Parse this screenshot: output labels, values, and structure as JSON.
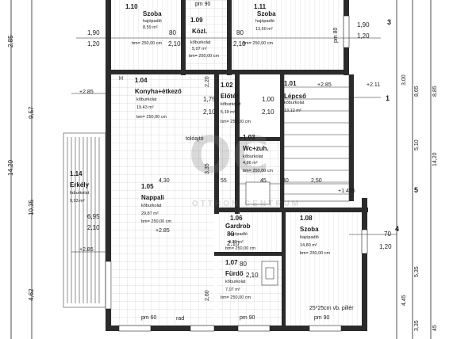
{
  "rooms": {
    "r110": {
      "num": "1.10",
      "name": "Szoba",
      "floor": "hajópadló",
      "area": "8,59 m²",
      "height": "bm= 250,00 cm"
    },
    "r109": {
      "num": "1.09",
      "name": "Közl.",
      "floor": "kőburkolat",
      "area": "5,07 m²",
      "height": "bm= 250,00 cm"
    },
    "r111": {
      "num": "1.11",
      "name": "Szoba",
      "floor": "hajópadló",
      "area": "13,60 m²",
      "height": "bm= 250,00 cm"
    },
    "r104": {
      "num": "1.04",
      "name": "Konyha+étkező",
      "floor": "kőburkolat",
      "area": "19,43 m²",
      "height": "bm= 250,00 cm"
    },
    "r102": {
      "num": "1.02",
      "name": "Előtér",
      "floor": "kőburkolat",
      "area": "5,19 m²",
      "height": "bm= 250,00 cm"
    },
    "r101": {
      "num": "1.01",
      "name": "Lépcső",
      "floor": "kőburkolat",
      "area": "13,12 m²"
    },
    "r103": {
      "num": "1.03",
      "name": "Wc+zuh.",
      "floor": "kőburkolat",
      "area": "4,86 m²",
      "height": "bm= 250,00 cm"
    },
    "r114": {
      "num": "1.14",
      "name": "Erkély",
      "floor": "faburkolat",
      "area": "9,93 m²"
    },
    "r105": {
      "num": "1.05",
      "name": "Nappali",
      "floor": "kőburkolat",
      "area": "29,87 m²",
      "height": "bm= 250,00 cm"
    },
    "r106": {
      "num": "1.06",
      "name": "Gardrob",
      "floor": "hajópadló",
      "area": "4,20 m²",
      "height": "bm= 250,00 cm"
    },
    "r108": {
      "num": "1.08",
      "name": "Szoba",
      "floor": "hajópadló",
      "area": "14,80 m²",
      "height": "bm= 250,00 cm"
    },
    "r107": {
      "num": "1.07",
      "name": "Fürdő",
      "floor": "kőburkolat",
      "area": "7,07 m²",
      "height": "bm= 250,00 cm"
    }
  },
  "dimensions": {
    "d_190_l": "1,90",
    "d_120_l": "1,20",
    "d_80_a": "80",
    "d_210_a": "2,10",
    "d_80_b": "80",
    "d_210_b": "2,10",
    "d_190_r": "1,90",
    "d_120_r": "1,20",
    "d_175": "1,75",
    "d_210_c": "2,10",
    "d_100": "1,00",
    "d_210_d": "2,10",
    "d_285_r": "+2.85",
    "d_285_l": "+2.85",
    "d_220": "2,20",
    "d_211": "+2.11",
    "d_250": "2,50",
    "d_1425": "+1.425",
    "d_430": "4,30",
    "d_335": "3,35",
    "d_55": "55",
    "d_45": "45",
    "d_30": "30",
    "d_695": "6,95",
    "d_210_e": "2,10",
    "d_285_m": "+2.85",
    "d_285_b": "+2.85",
    "d_80_c": "80",
    "d_210_f": "2,10",
    "d_70": "70",
    "d_120_b": "1,20",
    "d_80_d": "80",
    "d_210_g": "2,10",
    "d_260": "2,60",
    "d_pm60": "pm 60",
    "d_rad": "rad",
    "d_pm90_b": "pm 90",
    "d_pm90_t": "pm 90",
    "d_pm90_r": "pm 90",
    "d_pm80": "pm 80",
    "pillar": "25*25cm vb. pillér",
    "d_tolo": "tolóajtó",
    "d_H": "H"
  },
  "left_dims": {
    "a": "2,85",
    "b": "9,57",
    "c": "14,20",
    "d": "10,35",
    "e": "4,62"
  },
  "right_dims": {
    "a": "3,00",
    "b": "8,65",
    "c": "5,10",
    "d": "14,20",
    "e": "5,35",
    "f": "4,45",
    "g": "3,35",
    "h": "8,85",
    "i": "45"
  },
  "section_tags": {
    "s3": "3",
    "s1": "1",
    "s5": "5",
    "s4": "4"
  },
  "watermark": {
    "big": "OC",
    "small": "OTTHON CENTRUM"
  }
}
